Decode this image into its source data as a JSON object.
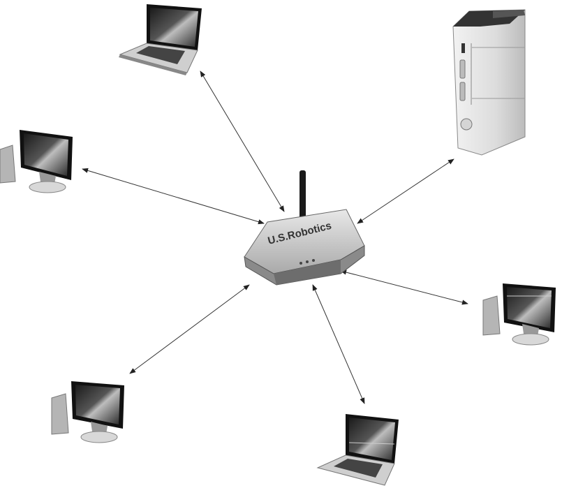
{
  "diagram": {
    "hub": {
      "kind": "wireless-router",
      "brand_text": "U.S.Robotics"
    },
    "devices": [
      {
        "id": "laptop-top",
        "kind": "laptop"
      },
      {
        "id": "desktop-left",
        "kind": "desktop"
      },
      {
        "id": "console-top-right",
        "kind": "game-console"
      },
      {
        "id": "desktop-right",
        "kind": "desktop"
      },
      {
        "id": "desktop-bottom-left",
        "kind": "desktop"
      },
      {
        "id": "laptop-bottom",
        "kind": "laptop"
      }
    ],
    "links": [
      {
        "from": "hub",
        "to": "laptop-top",
        "style": "bidirectional-arrow"
      },
      {
        "from": "hub",
        "to": "desktop-left",
        "style": "bidirectional-arrow"
      },
      {
        "from": "hub",
        "to": "console-top-right",
        "style": "bidirectional-arrow"
      },
      {
        "from": "hub",
        "to": "desktop-right",
        "style": "bidirectional-arrow"
      },
      {
        "from": "hub",
        "to": "desktop-bottom-left",
        "style": "bidirectional-arrow"
      },
      {
        "from": "hub",
        "to": "laptop-bottom",
        "style": "bidirectional-arrow"
      }
    ]
  }
}
